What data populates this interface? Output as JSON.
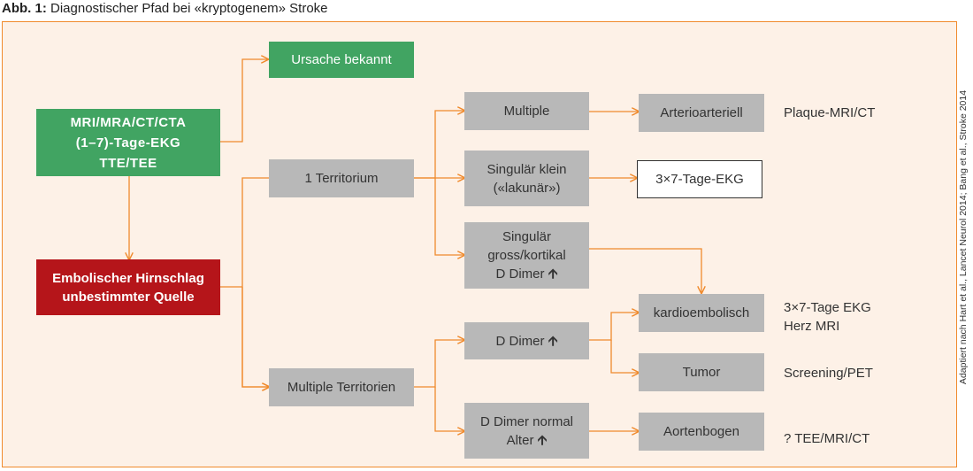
{
  "caption": {
    "label": "Abb. 1:",
    "text": "Diagnostischer Pfad bei «kryptogenem» Stroke"
  },
  "boxes": {
    "imaging": [
      "MRI/MRA/CT/CTA",
      "(1–7)-Tage-EKG",
      "TTE/TEE"
    ],
    "cause_known": "Ursache bekannt",
    "esus": [
      "Embolischer Hirnschlag",
      "unbestimmter Quelle"
    ],
    "one_territory": "1 Territorium",
    "multiple_territories": "Multiple Territorien",
    "multiple": "Multiple",
    "singular_small": [
      "Singulär klein",
      "(«lakunär»)"
    ],
    "singular_large": [
      "Singulär",
      "gross/kortikal",
      "D Dimer"
    ],
    "d_dimer_up": "D Dimer",
    "d_dimer_normal": [
      "D Dimer normal",
      "Alter"
    ],
    "arterioarterial": "Arterioarteriell",
    "ecg": "3×7-Tage-EKG",
    "cardioembolic": "kardioembolisch",
    "tumor": "Tumor",
    "aortic_arch": "Aortenbogen"
  },
  "notes": {
    "plaque": "Plaque-MRI/CT",
    "cardio": [
      "3×7-Tage EKG",
      "Herz MRI"
    ],
    "screening": "Screening/PET",
    "aortic": "? TEE/MRI/CT"
  },
  "side_text": "Adaptiert nach Hart et al., Lancet Neurol 2014; Bang et al., Stroke 2014",
  "colors": {
    "orange": "#f08a2c",
    "green": "#41a462",
    "red": "#b5151a",
    "grey": "#b8b8b8",
    "panel": "#fdf1e7"
  }
}
